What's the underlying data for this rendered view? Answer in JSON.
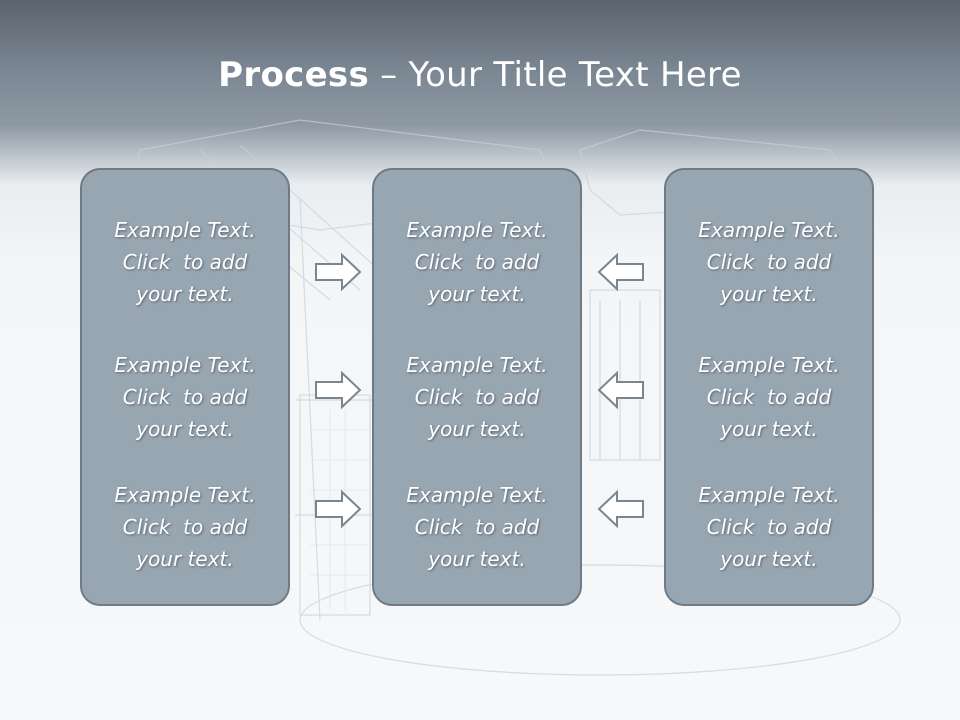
{
  "title": {
    "bold": "Process",
    "rest": " – Your Title Text Here"
  },
  "columns": [
    {
      "blocks": [
        [
          "Example Text.",
          "Click  to add",
          "your text."
        ],
        [
          "Example Text.",
          "Click  to add",
          "your text."
        ],
        [
          "Example Text.",
          "Click  to add",
          "your text."
        ]
      ]
    },
    {
      "blocks": [
        [
          "Example Text.",
          "Click  to add",
          "your text."
        ],
        [
          "Example Text.",
          "Click  to add",
          "your text."
        ],
        [
          "Example Text.",
          "Click  to add",
          "your text."
        ]
      ]
    },
    {
      "blocks": [
        [
          "Example Text.",
          "Click  to add",
          "your text."
        ],
        [
          "Example Text.",
          "Click  to add",
          "your text."
        ],
        [
          "Example Text.",
          "Click  to add",
          "your text."
        ]
      ]
    }
  ],
  "arrows": {
    "left_group": "right-arrow-icon",
    "right_group": "left-arrow-icon"
  },
  "colors": {
    "panel_fill": "#98a6b2",
    "panel_border": "#6e7a85",
    "header_gradient_top": "#5b646e",
    "text": "#ffffff"
  }
}
